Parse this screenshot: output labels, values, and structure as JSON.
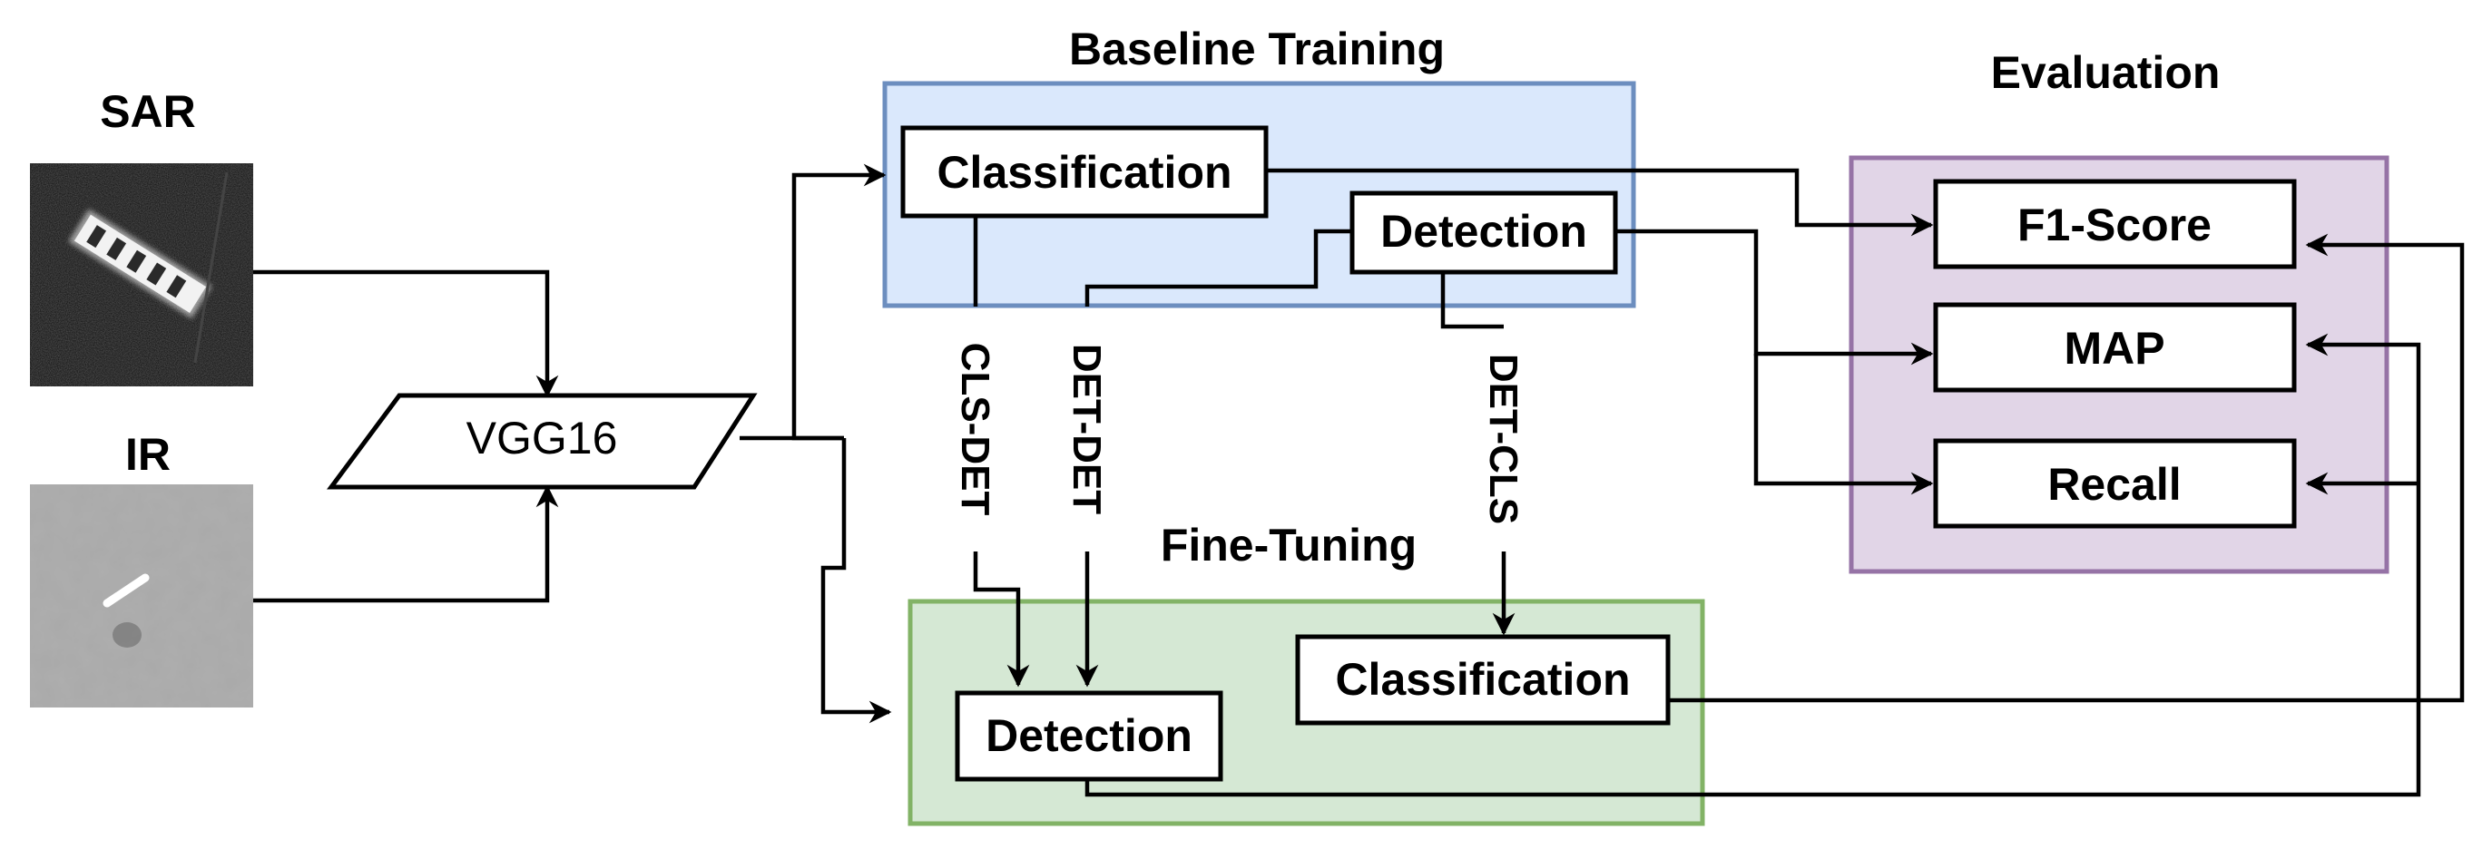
{
  "inputs": {
    "sar_label": "SAR",
    "ir_label": "IR"
  },
  "backbone": {
    "label": "VGG16"
  },
  "baseline": {
    "title": "Baseline Training",
    "classification": "Classification",
    "detection": "Detection",
    "fill": "#dae8fc",
    "stroke": "#6c8ebf"
  },
  "finetune": {
    "title": "Fine-Tuning",
    "classification": "Classification",
    "detection": "Detection",
    "fill": "#d5e8d4",
    "stroke": "#82b366"
  },
  "evaluation": {
    "title": "Evaluation",
    "f1": "F1-Score",
    "map": "MAP",
    "recall": "Recall",
    "fill": "#e1d5e7",
    "stroke": "#9673a6"
  },
  "transfers": {
    "cls_det": "CLS-DET",
    "det_det": "DET-DET",
    "det_cls": "DET-CLS"
  },
  "icons": {
    "arrow": "arrowhead-icon",
    "sar_image": "sar-ship-image",
    "ir_image": "ir-ship-image"
  }
}
